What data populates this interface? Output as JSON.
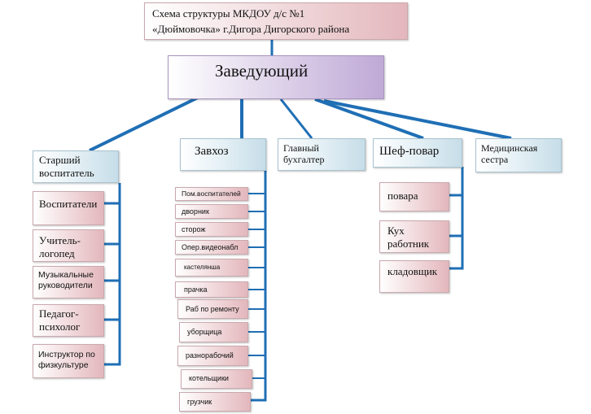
{
  "title": {
    "line1": "Схема структуры МКДОУ д/с №1",
    "line2": "«Дюймовочка»   г.Дигора Дигорского района"
  },
  "head": "Заведующий",
  "top_level": {
    "senior": "Старший\nвоспитатель",
    "zavhoz": "Завхоз",
    "accountant": "Главный\nбухгалтер",
    "chef": "Шеф-повар",
    "nurse": "Медицинская\nсестра"
  },
  "senior_staff": [
    "Воспитатели",
    "Учитель-\nлогопед",
    "Музыкальные\nруководители",
    "Педагог-\nпсихолог",
    "Инструктор по\nфизкультуре"
  ],
  "zavhoz_staff": [
    "Пом.воспитателей",
    "дворник",
    "сторож",
    "Опер.видеонабл",
    "кастелянша",
    "прачка",
    "Раб по ремонту",
    "уборщица",
    "разнорабочий",
    "котельщики",
    "грузчик"
  ],
  "chef_staff": [
    "повара",
    "Кух\nработник",
    "кладовщик"
  ]
}
